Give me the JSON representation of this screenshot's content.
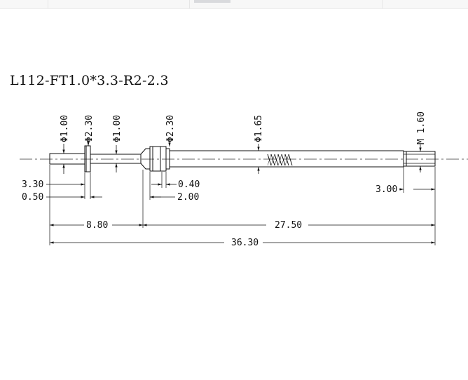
{
  "window": {
    "tabs": [
      "",
      "",
      "",
      ""
    ]
  },
  "drawing": {
    "title": "L112-FT1.0*3.3-R2-2.3",
    "labels": {
      "dia_tip": "Φ1.00",
      "dia_collar": "Φ2.30",
      "dia_neck": "Φ1.00",
      "dia_barrel_head": "Φ2.30",
      "dia_barrel": "Φ1.65",
      "thread": "M 1.60",
      "len_tip": "3.30",
      "len_collar": "0.50",
      "len_groove": "0.40",
      "len_head": "2.00",
      "len_thread": "3.00",
      "len_plunger": "8.80",
      "len_barrel": "27.50",
      "len_total": "36.30"
    }
  }
}
